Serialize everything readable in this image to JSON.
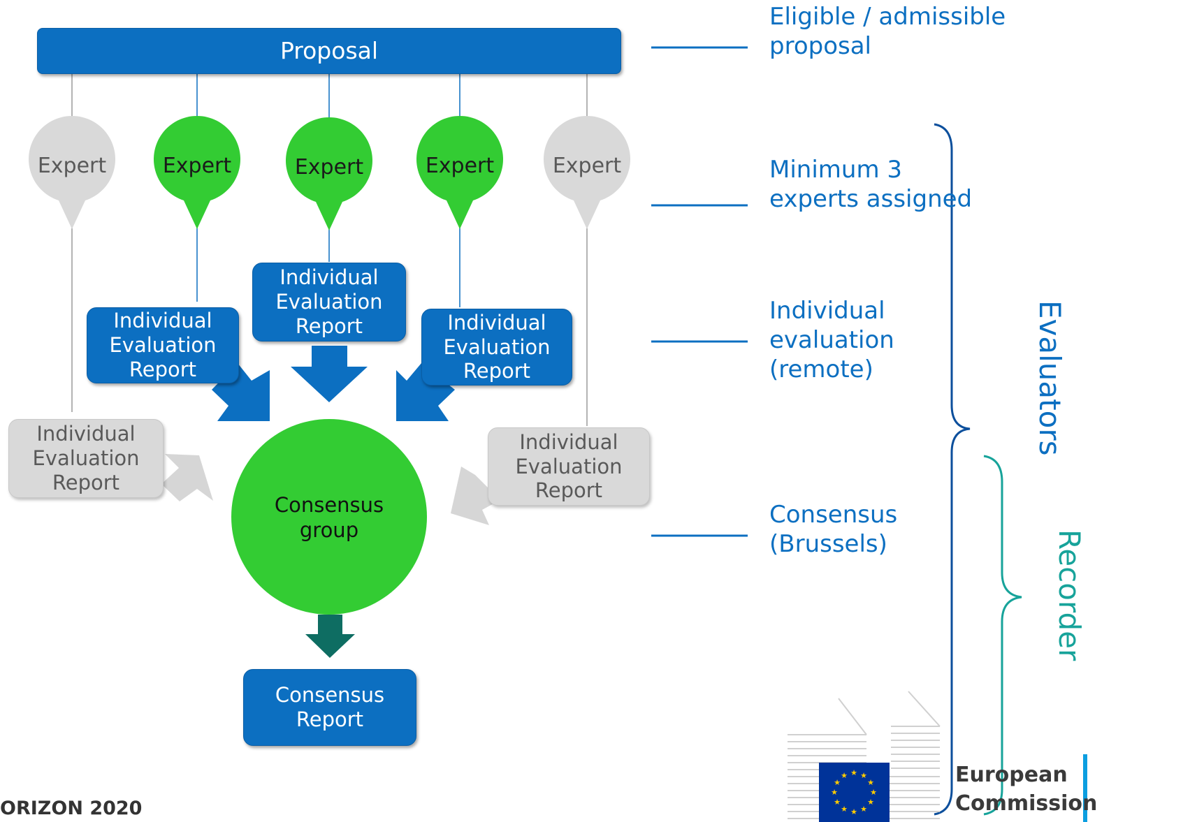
{
  "proposal": {
    "label": "Proposal"
  },
  "experts": [
    {
      "label": "Expert",
      "color": "#d9d9d9",
      "text_color": "#595959"
    },
    {
      "label": "Expert",
      "color": "#33cc33",
      "text_color": "#1a1a1a"
    },
    {
      "label": "Expert",
      "color": "#33cc33",
      "text_color": "#1a1a1a"
    },
    {
      "label": "Expert",
      "color": "#33cc33",
      "text_color": "#1a1a1a"
    },
    {
      "label": "Expert",
      "color": "#d9d9d9",
      "text_color": "#595959"
    }
  ],
  "reports": {
    "ier_label": "Individual\nEvaluation\nReport"
  },
  "consensus_group": {
    "label": "Consensus\ngroup",
    "color": "#33cc33"
  },
  "consensus_report": {
    "label": "Consensus\nReport"
  },
  "steps": [
    {
      "label": "Eligible / admissible\nproposal"
    },
    {
      "label": "Minimum 3\nexperts assigned"
    },
    {
      "label": "Individual\nevaluation\n(remote)"
    },
    {
      "label": "Consensus\n(Brussels)"
    }
  ],
  "roles": {
    "evaluators": "Evaluators",
    "recorder": "Recorder"
  },
  "footer": {
    "programme": "ORIZON 2020"
  },
  "logo": {
    "line1": "European",
    "line2": "Commission"
  },
  "colors": {
    "blue": "#0c6fc1",
    "green": "#33cc33",
    "grey": "#d9d9d9",
    "teal": "#17a39a",
    "dark_teal": "#0e6d62"
  }
}
